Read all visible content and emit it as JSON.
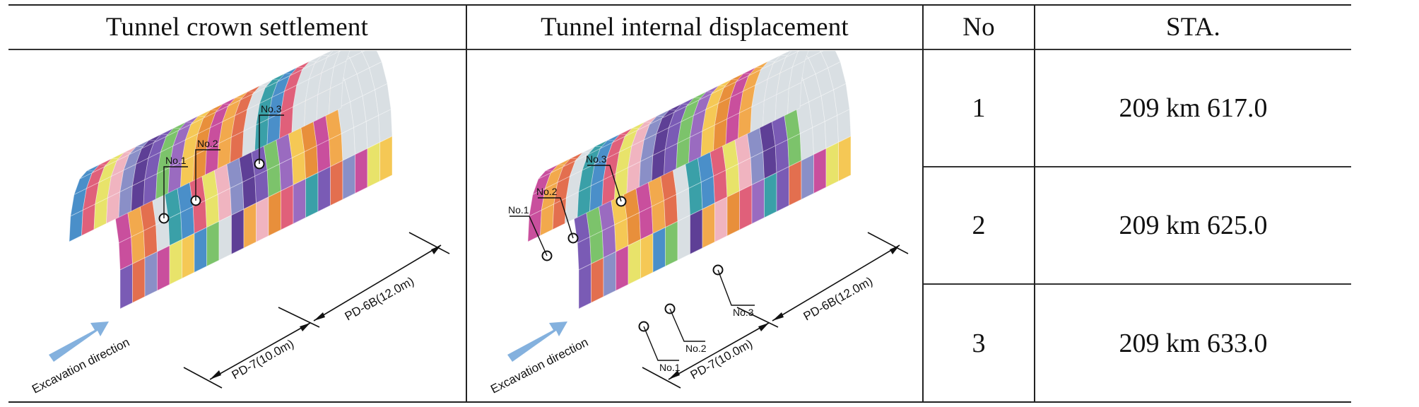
{
  "table": {
    "headers": {
      "crown": "Tunnel crown settlement",
      "internal": "Tunnel internal displacement",
      "no": "No",
      "sta": "STA."
    },
    "rows": [
      {
        "no": "1",
        "sta": "209 km 617.0"
      },
      {
        "no": "2",
        "sta": "209 km 625.0"
      },
      {
        "no": "3",
        "sta": "209 km 633.0"
      }
    ]
  },
  "figure_crown": {
    "points": [
      "No.1",
      "No.2",
      "No.3"
    ],
    "excavation": "Excavation direction",
    "dim_short": "PD-7(10.0m)",
    "dim_long": "PD-6B(12.0m)"
  },
  "figure_internal": {
    "points": [
      "No.1",
      "No.2",
      "No.3",
      "No.1",
      "No.2",
      "No.3"
    ],
    "excavation": "Excavation direction",
    "dim_short": "PD-7(10.0m)",
    "dim_long": "PD-6B(12.0m)"
  },
  "colors": {
    "mesh_palette": [
      "#4a8fc9",
      "#c94f9d",
      "#7a5bb5",
      "#e0607a",
      "#f2a94d",
      "#7cc36b",
      "#e8e36a",
      "#e36f4f",
      "#9a6bc0",
      "#f0b4c0",
      "#d9dfe3",
      "#f5c855",
      "#8a8fc7",
      "#3aa0a8",
      "#e88f3b",
      "#5e3f96"
    ],
    "arrow": "#6fa3d8"
  }
}
